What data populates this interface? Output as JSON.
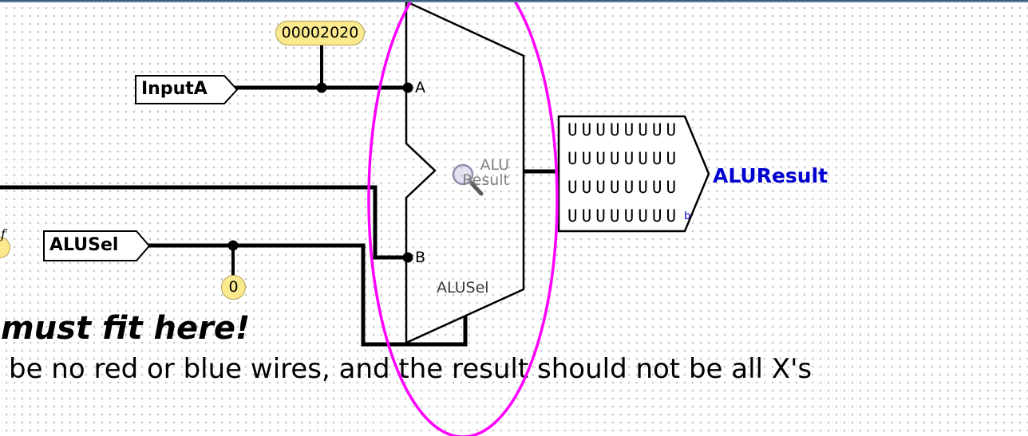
{
  "components": {
    "tunnel_value": {
      "value": "00002020"
    },
    "input_a_label": {
      "text": "InputA"
    },
    "alu_sel_label": {
      "text": "ALUSel"
    },
    "const_zero": {
      "value": "0"
    },
    "edge_pin": {
      "label": "f"
    },
    "alu": {
      "port_a": "A",
      "port_b": "B",
      "port_sel": "ALUSel",
      "name_line1": "ALU",
      "name_line2": "Result"
    },
    "probe": {
      "rows": [
        "UUUUUUUU",
        "UUUUUUUU",
        "UUUUUUUU",
        "UUUUUUUU"
      ],
      "radix": "b",
      "label": "ALUResult"
    }
  },
  "annotations": {
    "headline": "must fit here!",
    "body": "be no red or blue wires, and the result should not be all X's"
  },
  "colors": {
    "highlight_ellipse": "#ff00ff",
    "wire": "#000000",
    "value_label_bg": "#fbe98d",
    "result_label_blue": "#0000d0",
    "component_name_gray": "#828282"
  }
}
